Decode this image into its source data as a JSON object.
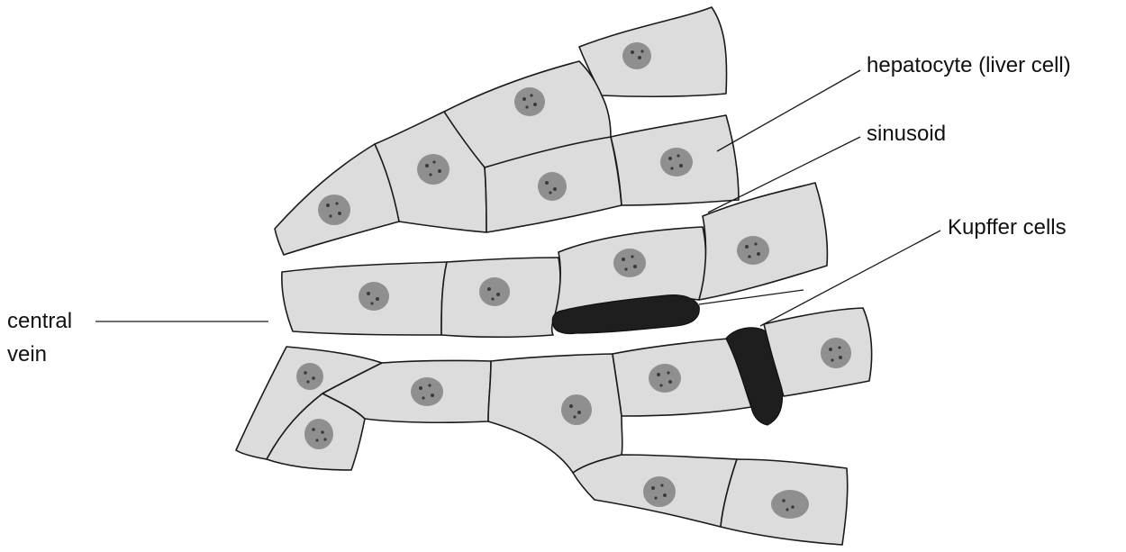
{
  "labels": {
    "hepatocyte": "hepatocyte (liver cell)",
    "sinusoid": "sinusoid",
    "kupffer": "Kupffer cells",
    "central_vein_line1": "central",
    "central_vein_line2": "vein"
  },
  "colors": {
    "cell_fill": "#dcdcdc",
    "nucleus": "#8f8f8f",
    "kupffer": "#1e1e1e",
    "outline": "#1a1a1a"
  }
}
